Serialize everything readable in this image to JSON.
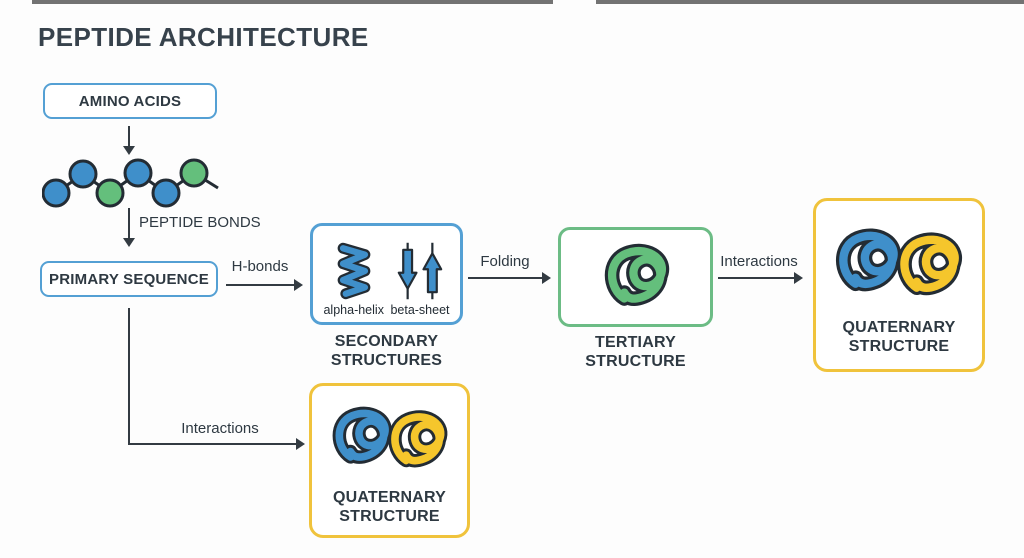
{
  "title": "PEPTIDE ARCHITECTURE",
  "colors": {
    "blue": "#3f8fca",
    "blue_border": "#54a0d4",
    "green": "#64bf7c",
    "green_border": "#6cbc85",
    "yellow": "#f5c62c",
    "yellow_border": "#f0c33c",
    "outline_dark": "#232c34",
    "text_dark": "#2e3942"
  },
  "nodes": {
    "amino_acids": {
      "label": "AMINO ACIDS"
    },
    "amino_chain": {
      "circles": [
        "blue",
        "blue",
        "green",
        "blue",
        "blue",
        "green"
      ]
    },
    "primary_sequence": {
      "label": "PRIMARY SEQUENCE"
    },
    "secondary_structures": {
      "label_line1": "SECONDARY",
      "label_line2": "STRUCTURES",
      "alpha_caption": "alpha-helix",
      "beta_caption": "beta-sheet"
    },
    "tertiary_structure": {
      "label_line1": "TERTIARY",
      "label_line2": "STRUCTURE"
    },
    "quaternary_top": {
      "label_line1": "QUATERNARY",
      "label_line2": "STRUCTURE"
    },
    "quaternary_bottom": {
      "label_line1": "QUATERNARY",
      "label_line2": "STRUCTURE"
    }
  },
  "edges": {
    "peptide_bonds": {
      "label": "PEPTIDE BONDS"
    },
    "h_bonds": {
      "label": "H-bonds"
    },
    "folding": {
      "label": "Folding"
    },
    "interactions_top": {
      "label": "Interactions"
    },
    "interactions_bottom": {
      "label": "Interactions"
    }
  }
}
